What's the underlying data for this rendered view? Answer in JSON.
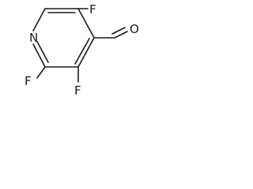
{
  "molecule": {
    "atoms": {
      "n1": "N",
      "f5": "F",
      "f2": "F",
      "f3": "F",
      "o": "O"
    },
    "line_color": "#1a1a1a",
    "background": "#ffffff"
  }
}
